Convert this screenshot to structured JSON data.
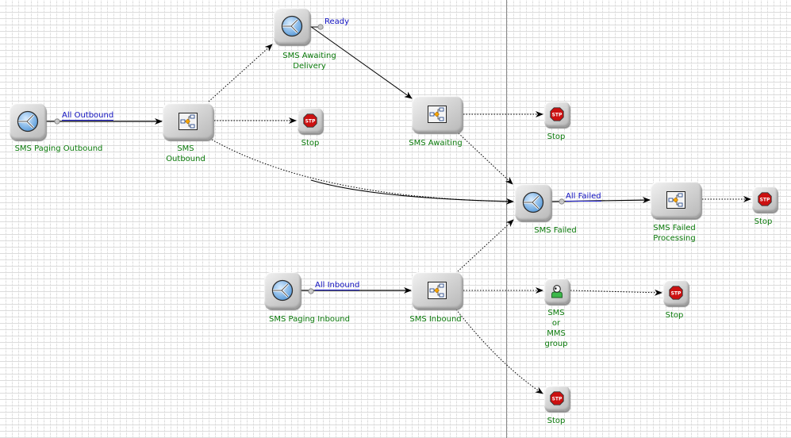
{
  "diagram": {
    "nodes": {
      "sms_paging_outbound": {
        "label": "SMS Paging Outbound",
        "type": "router",
        "icon": "router-icon"
      },
      "sms_outbound": {
        "label_lines": [
          "SMS",
          "Outbound"
        ],
        "type": "process",
        "icon": "process-icon"
      },
      "sms_awaiting_delivery": {
        "label_lines": [
          "SMS Awaiting",
          "Delivery"
        ],
        "type": "router",
        "icon": "router-icon"
      },
      "stop_1": {
        "label": "Stop",
        "type": "stop",
        "icon": "stop-sign-icon"
      },
      "sms_awaiting": {
        "label": "SMS Awaiting",
        "type": "process",
        "icon": "process-icon"
      },
      "stop_2": {
        "label": "Stop",
        "type": "stop",
        "icon": "stop-sign-icon"
      },
      "sms_failed": {
        "label": "SMS Failed",
        "type": "router",
        "icon": "router-icon"
      },
      "sms_failed_processing": {
        "label_lines": [
          "SMS Failed",
          "Processing"
        ],
        "type": "process",
        "icon": "process-icon"
      },
      "stop_3": {
        "label": "Stop",
        "type": "stop",
        "icon": "stop-sign-icon"
      },
      "sms_paging_inbound": {
        "label": "SMS Paging Inbound",
        "type": "router",
        "icon": "router-icon"
      },
      "sms_inbound": {
        "label": "SMS Inbound",
        "type": "process",
        "icon": "process-icon"
      },
      "sms_or_mms_group": {
        "label_lines": [
          "SMS",
          "or",
          "MMS",
          "group"
        ],
        "type": "group",
        "icon": "user-group-icon"
      },
      "stop_4": {
        "label": "Stop",
        "type": "stop",
        "icon": "stop-sign-icon"
      },
      "stop_5": {
        "label": "Stop",
        "type": "stop",
        "icon": "stop-sign-icon"
      }
    },
    "edge_labels": {
      "all_outbound": "All Outbound",
      "ready": "Ready",
      "all_failed": "All Failed",
      "all_inbound": "All Inbound"
    },
    "edges": [
      {
        "from": "sms_paging_outbound",
        "to": "sms_outbound",
        "label": "All Outbound",
        "style": "solid"
      },
      {
        "from": "sms_outbound",
        "to": "sms_awaiting_delivery",
        "style": "dotted"
      },
      {
        "from": "sms_outbound",
        "to": "stop_1",
        "style": "dotted"
      },
      {
        "from": "sms_outbound",
        "to": "sms_failed",
        "style": "dotted-solid"
      },
      {
        "from": "sms_awaiting_delivery",
        "to": "sms_awaiting",
        "label": "Ready",
        "style": "solid"
      },
      {
        "from": "sms_awaiting",
        "to": "stop_2",
        "style": "dotted"
      },
      {
        "from": "sms_awaiting",
        "to": "sms_failed",
        "style": "dotted"
      },
      {
        "from": "sms_failed",
        "to": "sms_failed_processing",
        "label": "All Failed",
        "style": "solid"
      },
      {
        "from": "sms_failed_processing",
        "to": "stop_3",
        "style": "dotted"
      },
      {
        "from": "sms_paging_inbound",
        "to": "sms_inbound",
        "label": "All Inbound",
        "style": "solid"
      },
      {
        "from": "sms_inbound",
        "to": "sms_failed",
        "style": "dotted"
      },
      {
        "from": "sms_inbound",
        "to": "sms_or_mms_group",
        "style": "dotted"
      },
      {
        "from": "sms_or_mms_group",
        "to": "stop_4",
        "style": "dotted"
      },
      {
        "from": "sms_inbound",
        "to": "stop_5",
        "style": "dotted"
      }
    ],
    "colors": {
      "node_label": "#0a7a0a",
      "edge_label": "#1010c0",
      "stop_red": "#cc1010",
      "router_blue": "#7fb6e8"
    }
  }
}
